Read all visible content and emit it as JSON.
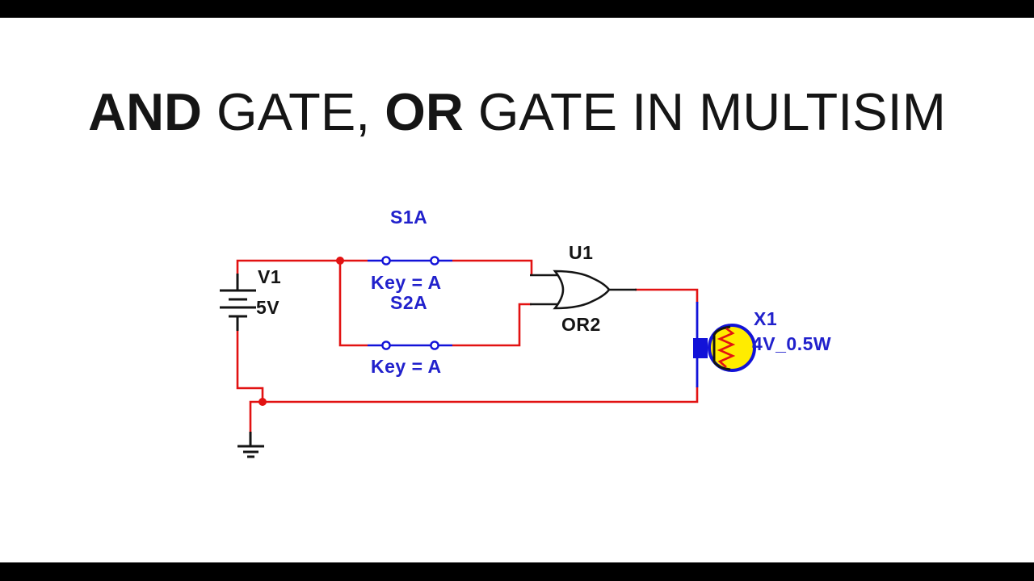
{
  "title": {
    "segments": [
      {
        "text": "AND",
        "bold": true
      },
      {
        "text": " GATE, ",
        "bold": false
      },
      {
        "text": "OR",
        "bold": true
      },
      {
        "text": " GATE IN MULTISIM",
        "bold": false
      }
    ],
    "full_text": "AND GATE, OR GATE IN MULTISIM"
  },
  "circuit": {
    "source": {
      "ref": "V1",
      "value": "5V"
    },
    "switch1": {
      "ref": "S1A",
      "key": "Key = A"
    },
    "switch2": {
      "ref": "S2A",
      "key": "Key = A"
    },
    "gate": {
      "ref": "U1",
      "type": "OR2"
    },
    "lamp": {
      "ref": "X1",
      "value": "4V_0.5W"
    }
  },
  "colors": {
    "wire_red": "#e21212",
    "component_blue": "#1212d8",
    "label_blue": "#2121cc",
    "component_black": "#141414",
    "bulb_yellow": "#ffec00",
    "letterbox_black": "#000000",
    "background": "#ffffff"
  }
}
